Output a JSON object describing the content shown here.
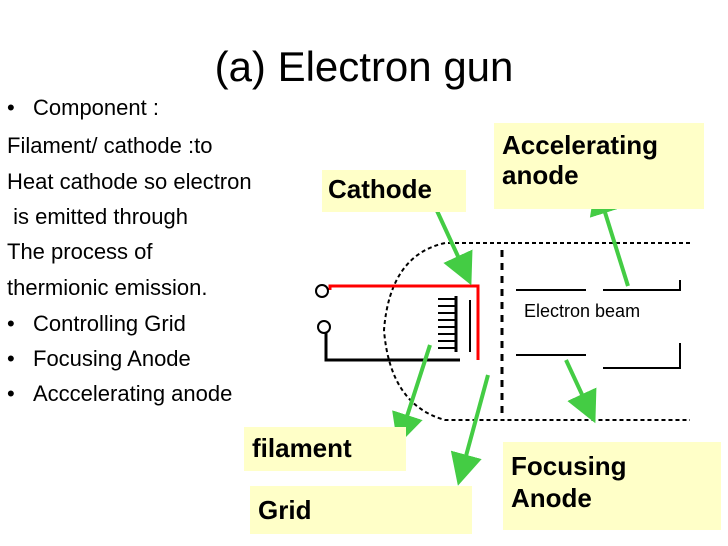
{
  "title": "(a) Electron gun",
  "body": {
    "intro_bullet": "Component  :",
    "lines": [
      "Filament/ cathode :to",
      "Heat cathode so electron",
      " is emitted through",
      "The process of",
      "thermionic emission."
    ],
    "bullets": [
      "Controlling Grid",
      "Focusing Anode",
      "Acccelerating anode"
    ],
    "bullet_symbol": "•"
  },
  "labels": {
    "cathode": "Cathode",
    "accelerating_line1": "Accelerating",
    "accelerating_line2": "anode",
    "electron_beam": "Electron beam",
    "filament": "filament",
    "grid": "Grid",
    "focusing_line1": "Focusing",
    "focusing_line2": "Anode"
  },
  "colors": {
    "label_fill": "#ffffc8",
    "arrow": "#44cc44",
    "cathode_wire": "#ff0000"
  }
}
